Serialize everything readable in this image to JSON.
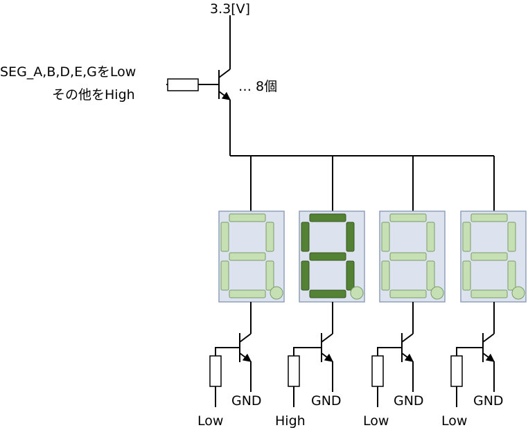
{
  "supply": {
    "label": "3.3[V]"
  },
  "control": {
    "line1": "SEG_A,B,D,E,GをLow",
    "line2": "その他をHigh",
    "count": "… 8個"
  },
  "colors": {
    "segment_off": "#c6e0b4",
    "segment_off_stroke": "#7a9a6a",
    "segment_on": "#548235",
    "segment_on_stroke": "#375623",
    "panel_fill": "#dce3ef",
    "panel_stroke": "#8fa0b8",
    "wire": "#000000"
  },
  "digits": [
    {
      "lit": false,
      "input": "Low",
      "gnd": "GND"
    },
    {
      "lit": true,
      "input": "High",
      "gnd": "GND"
    },
    {
      "lit": false,
      "input": "Low",
      "gnd": "GND"
    },
    {
      "lit": false,
      "input": "Low",
      "gnd": "GND"
    }
  ]
}
